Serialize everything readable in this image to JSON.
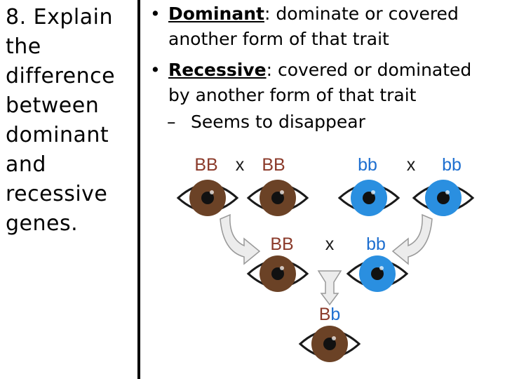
{
  "question": {
    "lines": [
      "8. Explain",
      "the",
      "difference",
      "between",
      "dominant",
      "and",
      "recessive",
      "genes."
    ]
  },
  "bullets": [
    {
      "term": "Dominant",
      "text_lines": [
        ": dominate or covered",
        "another form of that trait"
      ]
    },
    {
      "term": "Recessive",
      "text_lines": [
        ": covered or dominated",
        "by another form of that trait"
      ]
    }
  ],
  "sub_bullet": "Seems to disappear",
  "diagram": {
    "parents": [
      {
        "genotype": "BB",
        "cross": "x",
        "genotype2": "BB",
        "eye": "brown"
      },
      {
        "genotype": "bb",
        "cross": "x",
        "genotype2": "bb",
        "eye": "blue"
      }
    ],
    "cross": {
      "left": "BB",
      "op": "x",
      "right": "bb"
    },
    "offspring": {
      "genotype": "Bb",
      "eye": "brown"
    },
    "colors": {
      "brown_iris": "#6b4226",
      "blue_iris": "#2a8fe0",
      "dominant_label": "#8b3a2a",
      "recessive_label": "#1e6fd0",
      "arrow_fill": "#ececec",
      "arrow_stroke": "#999999"
    }
  }
}
